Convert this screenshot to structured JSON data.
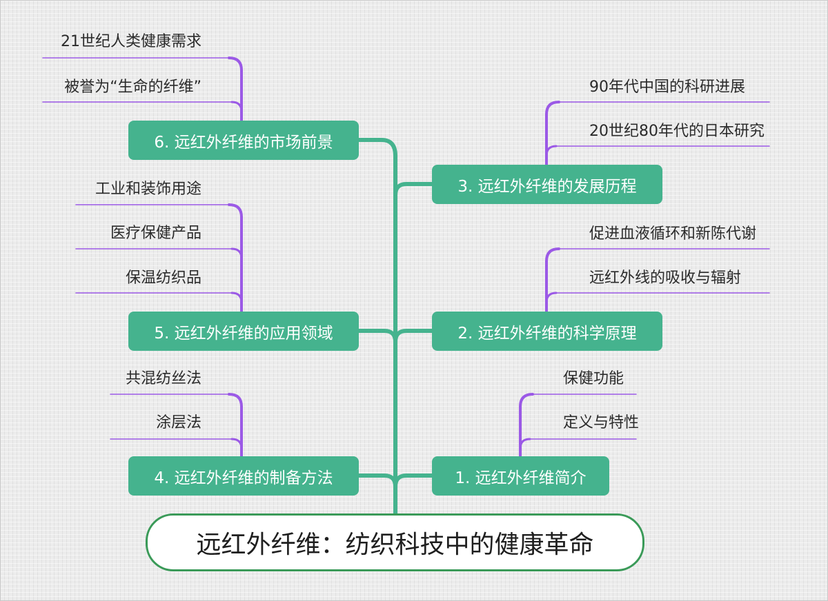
{
  "root": {
    "title": "远红外纤维：纺织科技中的健康革命"
  },
  "branches": [
    {
      "label": "1. 远红外纤维简介",
      "children": [
        "保健功能",
        "定义与特性"
      ]
    },
    {
      "label": "2. 远红外纤维的科学原理",
      "children": [
        "促进血液循环和新陈代谢",
        "远红外线的吸收与辐射"
      ]
    },
    {
      "label": "3. 远红外纤维的发展历程",
      "children": [
        "90年代中国的科研进展",
        "20世纪80年代的日本研究"
      ]
    },
    {
      "label": "4. 远红外纤维的制备方法",
      "children": [
        "共混纺丝法",
        "涂层法"
      ]
    },
    {
      "label": "5. 远红外纤维的应用领域",
      "children": [
        "工业和装饰用途",
        "医疗保健产品",
        "保温纺织品"
      ]
    },
    {
      "label": "6. 远红外纤维的市场前景",
      "children": [
        "21世纪人类健康需求",
        "被誉为“生命的纤维”"
      ]
    }
  ],
  "colors": {
    "trunk": "#45b38e",
    "node_fill": "#45b38e",
    "leaf_connector": "#9b59e6",
    "underline": "#9b59e6",
    "root_border": "#3a9a58"
  }
}
